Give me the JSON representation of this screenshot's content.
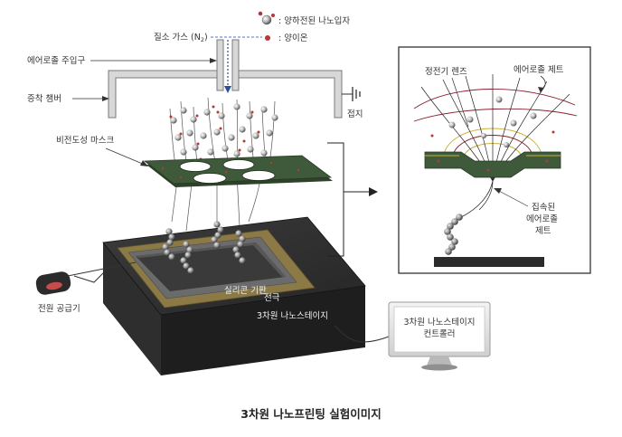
{
  "labels": {
    "nitrogen_gas": "질소 가스 (N",
    "nitrogen_sub": "2",
    "nitrogen_close": ")",
    "aerosol_inlet": "에어로졸 주입구",
    "deposition_chamber": "증착 챔버",
    "ground": "접지",
    "nonconductive_mask": "비전도성 마스크",
    "silicon_substrate": "실리콘 기판",
    "electrode": "전극",
    "nano_stage_3d": "3차원 나노스테이지",
    "power_supply": "전원 공급기",
    "controller_line1": "3차원 나노스테이지",
    "controller_line2": "컨트롤러",
    "electrostatic_lens": "정전기 렌즈",
    "aerosol_jet": "에어로졸 제트",
    "focused_line1": "집속된",
    "focused_line2": "에어로졸",
    "focused_line3": "제트"
  },
  "legend": {
    "charged_nanoparticle": ": 양하전된 나노입자",
    "cation": ": 양이온"
  },
  "caption": "3차원 나노프린팅 실험이미지",
  "colors": {
    "mask": "#3e5a3a",
    "stage": "#2b2b2b",
    "electrode": "#8c7a46",
    "substrate": "#6b6b6b",
    "cation": "#b7373a",
    "lens": "#c9b23a",
    "jet": "#8a2030"
  }
}
